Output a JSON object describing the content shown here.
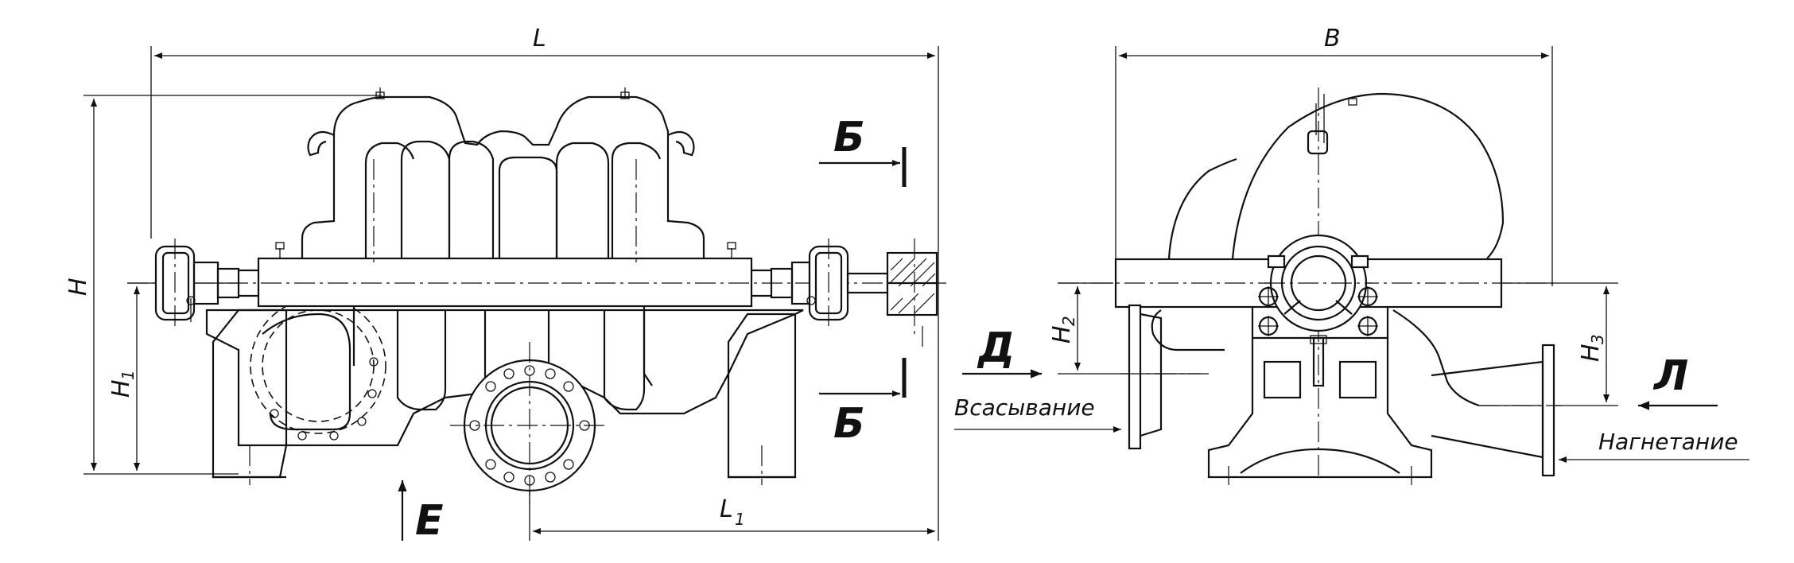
{
  "labels": {
    "dim_L": "L",
    "dim_H": "H",
    "dim_H1": "H",
    "dim_H1_sub": "1",
    "dim_L1": "L",
    "dim_L1_sub": "1",
    "dim_B": "B",
    "dim_H2": "H",
    "dim_H2_sub": "2",
    "dim_H3": "H",
    "dim_H3_sub": "3",
    "view_B_top": "Б",
    "view_B_bottom": "Б",
    "view_D": "Д",
    "view_E": "Е",
    "view_L": "Л",
    "suction": "Всасывание",
    "discharge": "Нагнетание"
  }
}
